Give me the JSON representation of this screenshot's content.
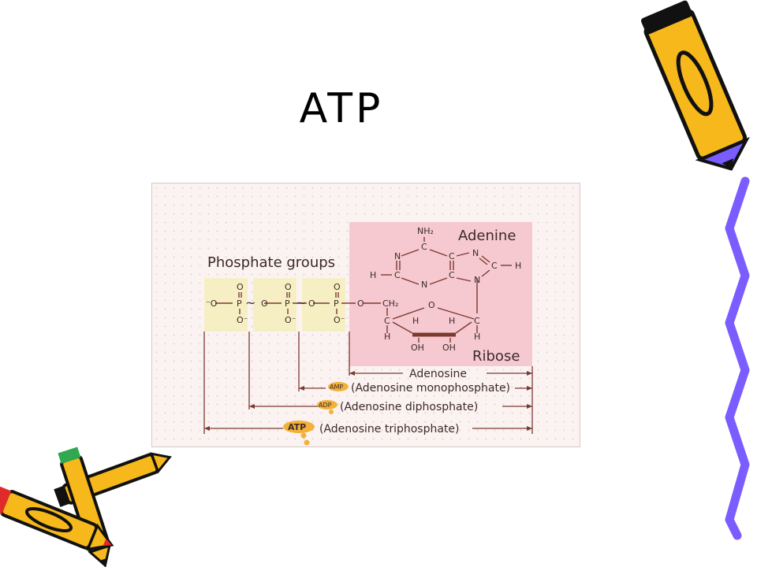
{
  "slide": {
    "title": "ATP"
  },
  "diagram": {
    "labels": {
      "phosphate_groups": "Phosphate groups",
      "adenine": "Adenine",
      "ribose": "Ribose",
      "adenosine": "Adenosine",
      "amp_badge": "AMP",
      "amp_full": "(Adenosine monophosphate)",
      "adp_badge": "ADP",
      "adp_full": "(Adenosine diphosphate)",
      "atp_badge": "ATP",
      "atp_full": "(Adenosine triphosphate)"
    },
    "atoms": {
      "O": "O",
      "O_minus": "O⁻",
      "minus_O": "⁻O",
      "P": "P",
      "C": "C",
      "N": "N",
      "H": "H",
      "NH2": "NH₂",
      "CH2": "CH₂",
      "OH": "OH",
      "hi_energy_bond": "~"
    },
    "colors": {
      "adenosine_region": "#f6c9d0",
      "phosphate_region": "#f7efc4",
      "lines": "#7a3a30",
      "text": "#3b2a28",
      "badge": "#f3b13a"
    }
  }
}
